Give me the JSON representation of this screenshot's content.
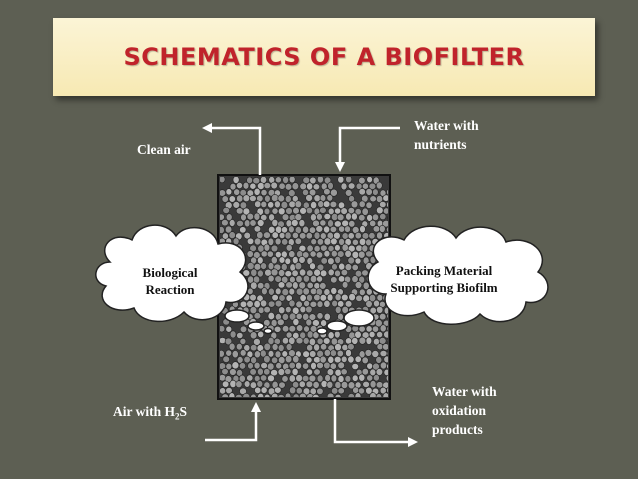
{
  "title": "SCHEMATICS OF A BIOFILTER",
  "labels": {
    "clean_air": "Clean air",
    "water_nutrients_1": "Water with",
    "water_nutrients_2": "nutrients",
    "biological_1": "Biological",
    "biological_2": "Reaction",
    "packing_1": "Packing Material",
    "packing_2": "Supporting Biofilm",
    "air_h2s_1": "Air with H",
    "air_h2s_sub": "2",
    "air_h2s_2": "S",
    "water_ox_1": "Water with",
    "water_ox_2": "oxidation",
    "water_ox_3": "products"
  },
  "colors": {
    "background": "#5d5f53",
    "title_text": "#c0232b",
    "arrow": "#ffffff",
    "filter_bg": "#3a3a3a",
    "bead_fill": "#9a9a9a",
    "cloud_fill": "#ffffff"
  }
}
